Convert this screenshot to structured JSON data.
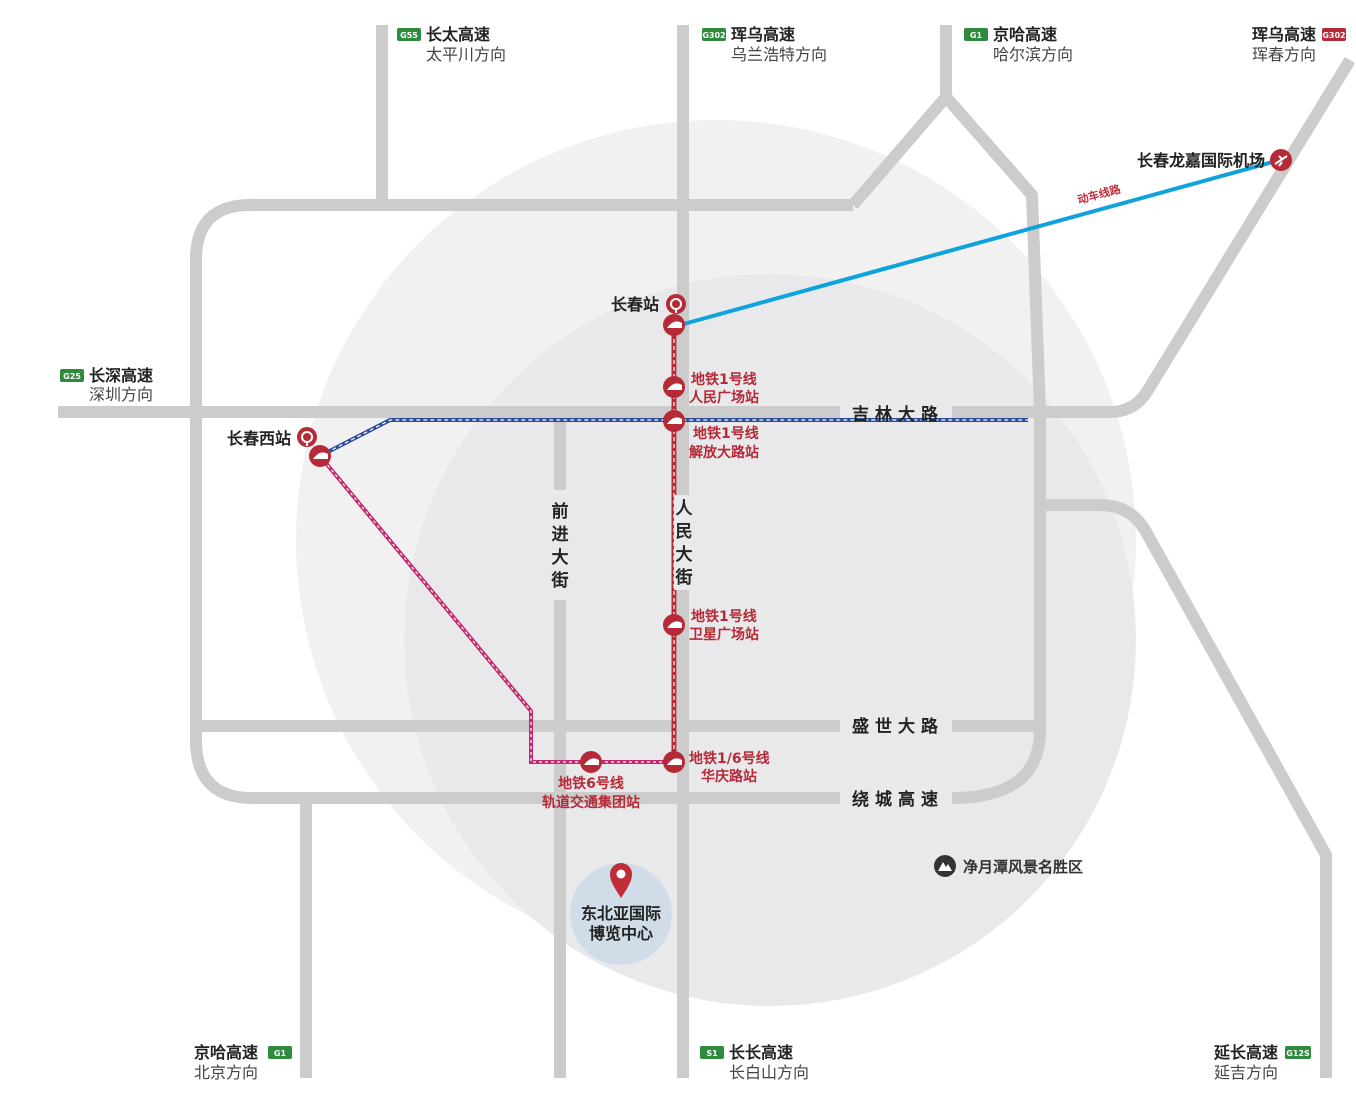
{
  "colors": {
    "road": "#cccccc",
    "metro": "#b52a36",
    "line6": "#c4286e",
    "jilin_line": "#2c4a9a",
    "train": "#0fa3dd",
    "badge": "#2e8b3e",
    "badge_red": "#b52a36",
    "venue_fill": "#d0dde8"
  },
  "highways": {
    "top_g55": {
      "badge": "G55",
      "name": "长太高速",
      "direction": "太平川方向"
    },
    "top_g302": {
      "badge": "G302",
      "name": "珲乌高速",
      "direction": "乌兰浩特方向"
    },
    "top_g1": {
      "badge": "G1",
      "name": "京哈高速",
      "direction": "哈尔滨方向"
    },
    "top_right_g302": {
      "badge": "G302",
      "name": "珲乌高速",
      "direction": "珲春方向"
    },
    "left_g25": {
      "badge": "G25",
      "name": "长深高速",
      "direction": "深圳方向"
    },
    "bottom_g1": {
      "badge": "G1",
      "name": "京哈高速",
      "direction": "北京方向"
    },
    "bottom_s1": {
      "badge": "S1",
      "name": "长长高速",
      "direction": "长白山方向"
    },
    "bottom_g12s": {
      "badge": "G12S",
      "name": "延长高速",
      "direction": "延吉方向"
    }
  },
  "roads": {
    "jilin": "吉林大路",
    "shengshi": "盛世大路",
    "raocheng": "绕城高速",
    "qianjin": [
      "前",
      "进",
      "大",
      "街"
    ],
    "renmin": [
      "人",
      "民",
      "大",
      "街"
    ]
  },
  "stations": {
    "changchun": "长春站",
    "changchun_west": "长春西站",
    "airport": "长春龙嘉国际机场",
    "train_line": "动车线路"
  },
  "metro": {
    "renmin_plaza": {
      "line": "地铁1号线",
      "name": "人民广场站"
    },
    "jiefang_road": {
      "line": "地铁1号线",
      "name": "解放大路站"
    },
    "weixing_plaza": {
      "line": "地铁1号线",
      "name": "卫星广场站"
    },
    "huaqing_road": {
      "line": "地铁1/6号线",
      "name": "华庆路站"
    },
    "rail_group": {
      "line": "地铁6号线",
      "name": "轨道交通集团站"
    }
  },
  "venue": {
    "line1": "东北亚国际",
    "line2": "博览中心"
  },
  "scenic": "净月潭风景名胜区"
}
